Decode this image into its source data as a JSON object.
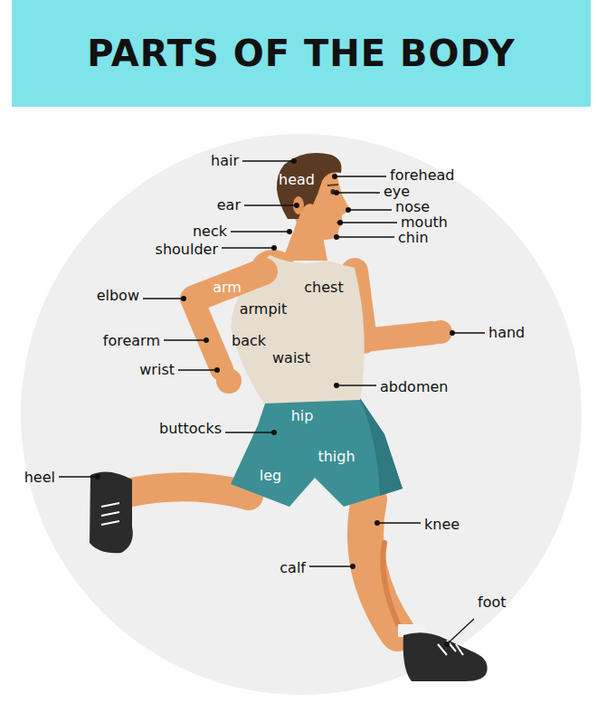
{
  "diagram": {
    "title": "PARTS OF THE BODY",
    "labels": [
      "hair",
      "head",
      "forehead",
      "eye",
      "ear",
      "nose",
      "mouth",
      "neck",
      "chin",
      "shoulder",
      "arm",
      "chest",
      "elbow",
      "armpit",
      "hand",
      "forearm",
      "back",
      "waist",
      "wrist",
      "abdomen",
      "hip",
      "buttocks",
      "thigh",
      "heel",
      "leg",
      "knee",
      "calf",
      "foot"
    ]
  }
}
